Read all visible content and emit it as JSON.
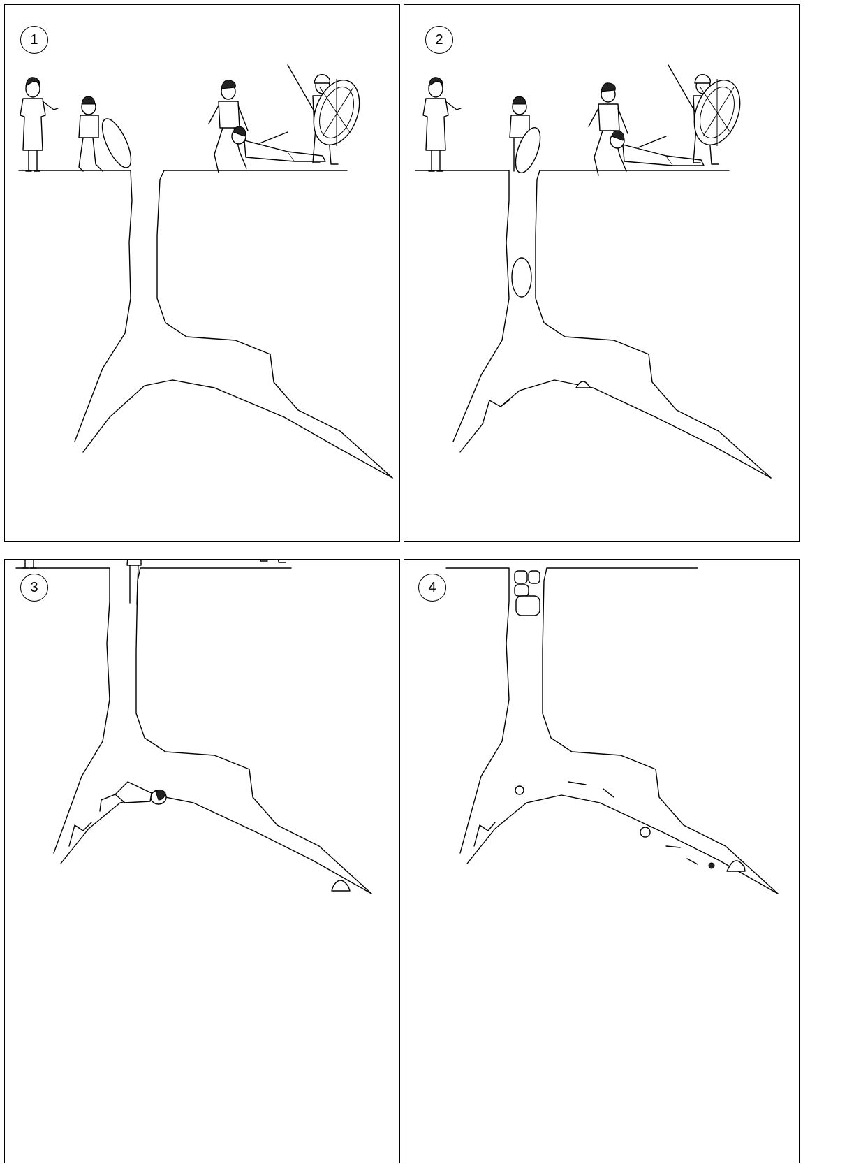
{
  "panels": [
    {
      "number": "1"
    },
    {
      "number": "2"
    },
    {
      "number": "3"
    },
    {
      "number": "4"
    }
  ],
  "colors": {
    "line": "#000000",
    "background": "#ffffff"
  },
  "icons": [
    "person-figure",
    "soldier-figure",
    "shield",
    "cave-shaft",
    "boulder"
  ]
}
